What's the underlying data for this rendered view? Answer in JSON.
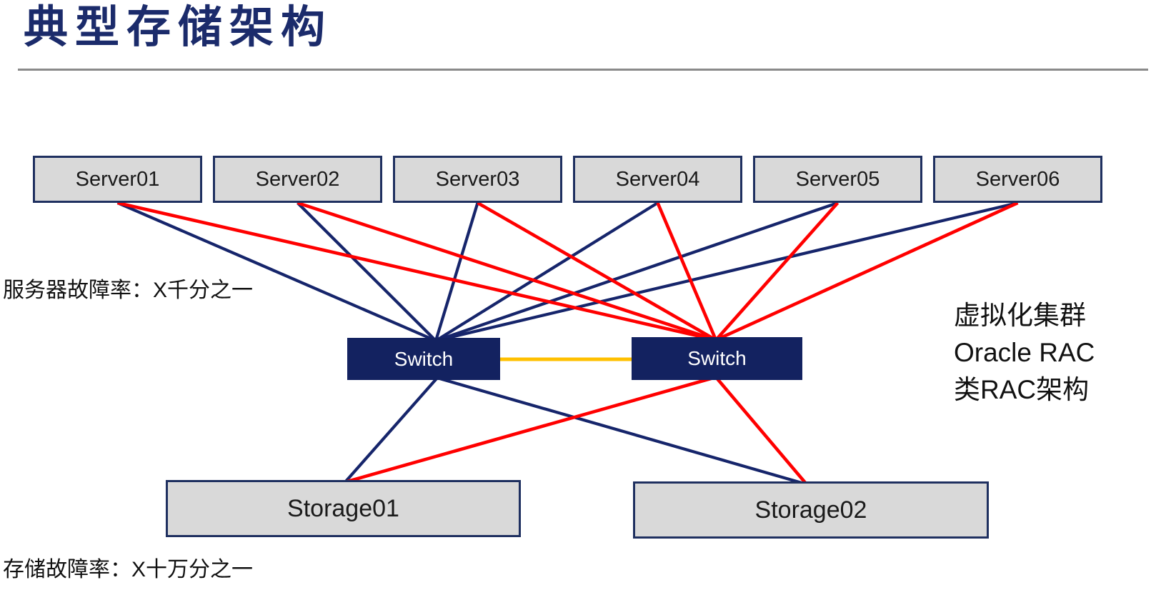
{
  "title": "典型存储架构",
  "annotations": {
    "server_failure_rate": "服务器故障率：X千分之一",
    "storage_failure_rate": "存储故障率：X十万分之一",
    "right_note_lines": [
      "虚拟化集群",
      "Oracle RAC",
      "类RAC架构"
    ]
  },
  "colors": {
    "navy": "#16256b",
    "red": "#ff0000",
    "orange": "#ffc000",
    "switch_fill": "#132260",
    "box_fill": "#d9d9d9",
    "box_border": "#1f3060",
    "title": "#1b2b6b",
    "divider": "#8a8a8a"
  },
  "diagram": {
    "nodes": [
      {
        "id": "server1",
        "type": "server",
        "label": "Server01"
      },
      {
        "id": "server2",
        "type": "server",
        "label": "Server02"
      },
      {
        "id": "server3",
        "type": "server",
        "label": "Server03"
      },
      {
        "id": "server4",
        "type": "server",
        "label": "Server04"
      },
      {
        "id": "server5",
        "type": "server",
        "label": "Server05"
      },
      {
        "id": "server6",
        "type": "server",
        "label": "Server06"
      },
      {
        "id": "switchA",
        "type": "switch",
        "label": "Switch"
      },
      {
        "id": "switchB",
        "type": "switch",
        "label": "Switch"
      },
      {
        "id": "storage1",
        "type": "storage",
        "label": "Storage01"
      },
      {
        "id": "storage2",
        "type": "storage",
        "label": "Storage02"
      }
    ],
    "edges": [
      {
        "from": "server1",
        "to": "switchA",
        "color": "navy"
      },
      {
        "from": "server2",
        "to": "switchA",
        "color": "navy"
      },
      {
        "from": "server3",
        "to": "switchA",
        "color": "navy"
      },
      {
        "from": "server4",
        "to": "switchA",
        "color": "navy"
      },
      {
        "from": "server5",
        "to": "switchA",
        "color": "navy"
      },
      {
        "from": "server6",
        "to": "switchA",
        "color": "navy"
      },
      {
        "from": "switchA",
        "to": "storage1",
        "color": "navy"
      },
      {
        "from": "switchA",
        "to": "storage2",
        "color": "navy"
      },
      {
        "from": "server1",
        "to": "switchB",
        "color": "red"
      },
      {
        "from": "server2",
        "to": "switchB",
        "color": "red"
      },
      {
        "from": "server3",
        "to": "switchB",
        "color": "red"
      },
      {
        "from": "server4",
        "to": "switchB",
        "color": "red"
      },
      {
        "from": "server5",
        "to": "switchB",
        "color": "red"
      },
      {
        "from": "server6",
        "to": "switchB",
        "color": "red"
      },
      {
        "from": "switchB",
        "to": "storage1",
        "color": "red"
      },
      {
        "from": "switchB",
        "to": "storage2",
        "color": "red"
      },
      {
        "from": "switchA",
        "to": "switchB",
        "color": "orange"
      }
    ]
  }
}
